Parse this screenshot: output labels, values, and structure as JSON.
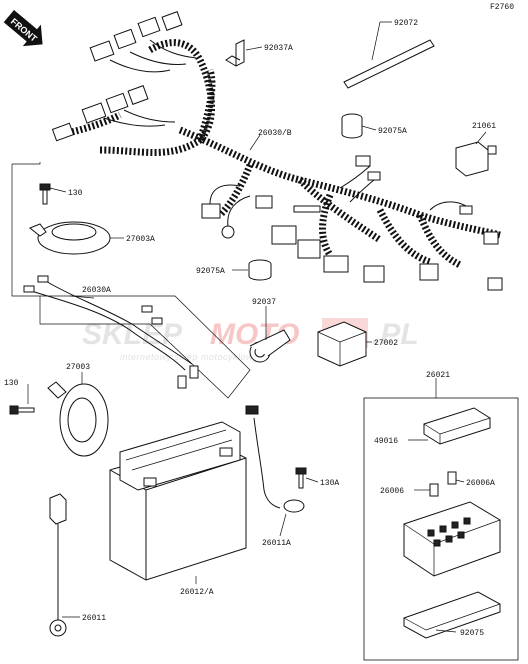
{
  "diagram_code": "F2760",
  "front_indicator": "FRONT",
  "watermark": {
    "brand_left": "SKLEP",
    "brand_right": "MOTO",
    "brand_tld": ".PL",
    "tagline": "internetowy sklep motocyklowy"
  },
  "part_labels": {
    "p92072": "92072",
    "p92037A": "92037A",
    "p26030B": "26030/B",
    "p92075A_top": "92075A",
    "p21061": "21061",
    "p130_top": "130",
    "p27003A": "27003A",
    "p26030A": "26030A",
    "p92075A_mid": "92075A",
    "p92037": "92037",
    "p27002": "27002",
    "p27003": "27003",
    "p130_left": "130",
    "p130A": "130A",
    "p26021": "26021",
    "p49016": "49016",
    "p26006": "26006",
    "p26006A": "26006A",
    "p26011A": "26011A",
    "p26012A": "26012/A",
    "p26011": "26011",
    "p92075": "92075"
  }
}
